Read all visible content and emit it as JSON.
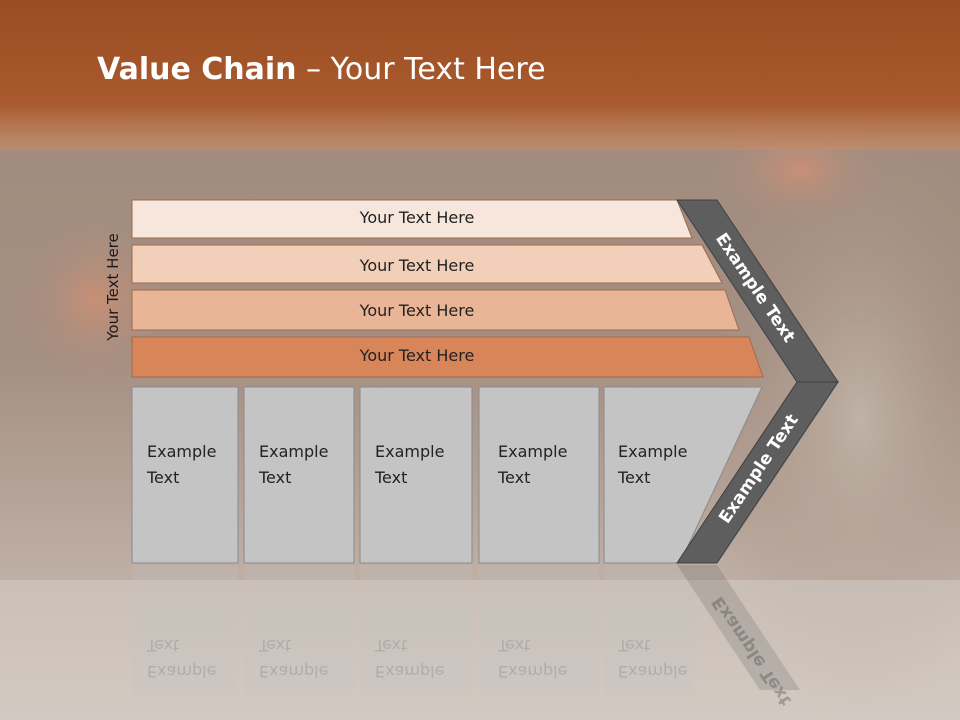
{
  "slide": {
    "title_bold": "Value Chain",
    "title_rest": " – Your Text Here",
    "side_label": "Your Text Here"
  },
  "rows": [
    {
      "label": "Your Text Here",
      "fill": "#f6e6dc"
    },
    {
      "label": "Your Text Here",
      "fill": "#f2cfb8"
    },
    {
      "label": "Your Text Here",
      "fill": "#e9b597"
    },
    {
      "label": "Your Text Here",
      "fill": "#d8855a"
    }
  ],
  "boxes": [
    {
      "line1": "Example",
      "line2": "Text"
    },
    {
      "line1": "Example",
      "line2": "Text"
    },
    {
      "line1": "Example",
      "line2": "Text"
    },
    {
      "line1": "Example",
      "line2": "Text"
    },
    {
      "line1": "Example",
      "line2": "Text"
    }
  ],
  "chevron": {
    "upper_label": "Example Text",
    "lower_label": "Example Text"
  },
  "colors": {
    "header": "#9a4a22",
    "chevron": "#5e5e5e",
    "box_fill": "#c4c4c4"
  }
}
